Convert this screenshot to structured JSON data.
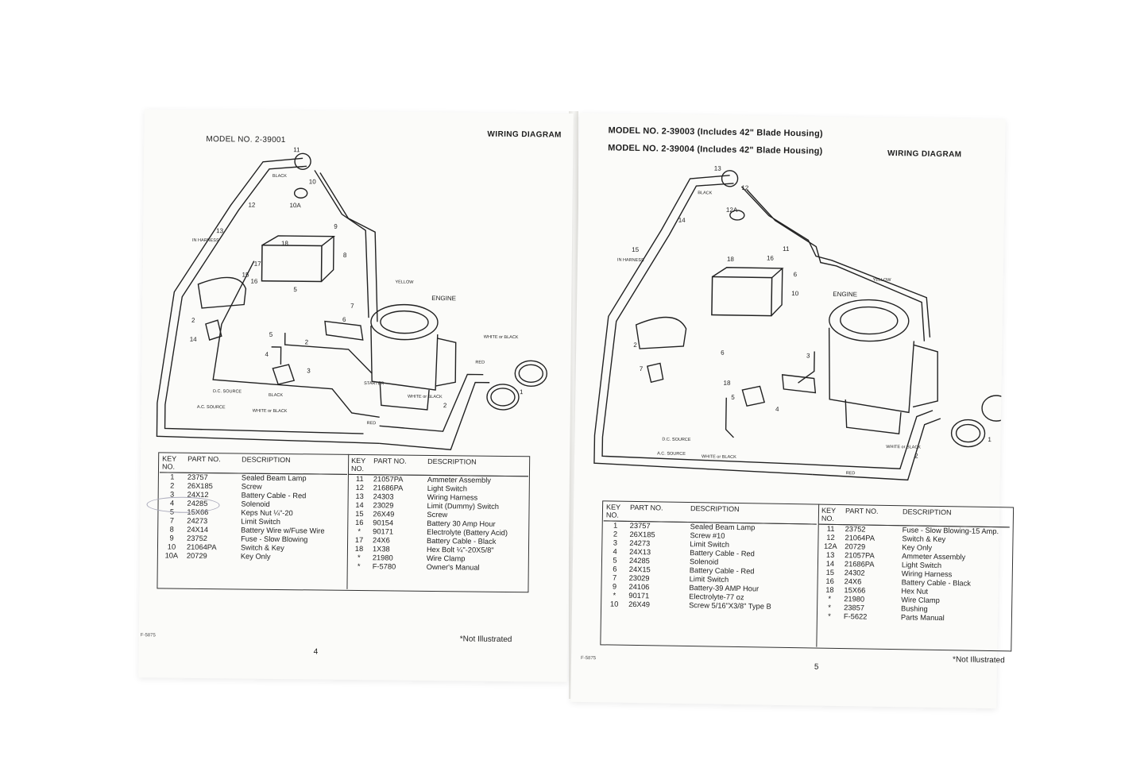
{
  "left": {
    "model_label": "MODEL NO. 2-39001",
    "title": "WIRING DIAGRAM",
    "footer_code": "F-5875",
    "page_number": "4",
    "note": "*Not Illustrated",
    "diagram_labels": {
      "black_top": "BLACK",
      "in_harness": "IN HARNESS",
      "yellow": "YELLOW",
      "engine": "ENGINE",
      "white_or_black": "WHITE or BLACK",
      "red": "RED",
      "starter": "STARTER",
      "white_or_black2": "WHITE or BLACK",
      "dc_source": "D.C. SOURCE",
      "dc_black": "BLACK",
      "ac_source": "A.C. SOURCE",
      "ac_white_black": "WHITE or BLACK",
      "red_bottom": "RED"
    },
    "callouts": [
      "11",
      "10",
      "10A",
      "12",
      "13",
      "18",
      "9",
      "8",
      "17",
      "15",
      "16",
      "5",
      "7",
      "6",
      "2",
      "14",
      "5",
      "2",
      "3",
      "4",
      "1",
      "2"
    ],
    "headers": {
      "key": "KEY NO.",
      "part": "PART NO.",
      "desc": "DESCRIPTION"
    },
    "table_a": [
      [
        "1",
        "23757",
        "Sealed Beam Lamp"
      ],
      [
        "2",
        "26X185",
        "Screw"
      ],
      [
        "3",
        "24X12",
        "Battery Cable - Red"
      ],
      [
        "4",
        "24285",
        "Solenoid"
      ],
      [
        "5",
        "15X66",
        "Keps Nut ¼\"-20"
      ],
      [
        "7",
        "24273",
        "Limit Switch"
      ],
      [
        "8",
        "24X14",
        "Battery Wire w/Fuse Wire"
      ],
      [
        "9",
        "23752",
        "Fuse - Slow Blowing"
      ],
      [
        "10",
        "21064PA",
        "Switch & Key"
      ],
      [
        "10A",
        "20729",
        "Key Only"
      ]
    ],
    "table_b": [
      [
        "11",
        "21057PA",
        "Ammeter Assembly"
      ],
      [
        "12",
        "21686PA",
        "Light Switch"
      ],
      [
        "13",
        "24303",
        "Wiring Harness"
      ],
      [
        "14",
        "23029",
        "Limit (Dummy) Switch"
      ],
      [
        "15",
        "26X49",
        "Screw"
      ],
      [
        "16",
        "90154",
        "Battery 30 Amp Hour"
      ],
      [
        "*",
        "90171",
        "Electrolyte (Battery Acid)"
      ],
      [
        "17",
        "24X6",
        "Battery Cable - Black"
      ],
      [
        "18",
        "1X38",
        "Hex Bolt ¼\"-20X5/8\""
      ],
      [
        "*",
        "21980",
        "Wire Clamp"
      ],
      [
        "*",
        "F-5780",
        "Owner's Manual"
      ]
    ]
  },
  "right": {
    "model_line1": "MODEL NO. 2-39003 (Includes 42\" Blade Housing)",
    "model_line2": "MODEL NO. 2-39004 (Includes 42\" Blade Housing)",
    "title": "WIRING DIAGRAM",
    "footer_code": "F-5875",
    "page_number": "5",
    "note": "*Not Illustrated",
    "diagram_labels": {
      "black_top": "BLACK",
      "in_harness": "IN HARNESS",
      "yellow": "YELLOW",
      "engine": "ENGINE",
      "dc_source": "D.C. SOURCE",
      "ac_source": "A.C. SOURCE",
      "ac_white_black": "WHITE or BLACK",
      "red": "RED",
      "white_or_black": "WHITE or BLACK"
    },
    "callouts": [
      "13",
      "12",
      "12A",
      "14",
      "15",
      "18",
      "11",
      "16",
      "6",
      "10",
      "2",
      "7",
      "6",
      "18",
      "5",
      "4",
      "3",
      "2",
      "1"
    ],
    "headers": {
      "key": "KEY NO.",
      "part": "PART NO.",
      "desc": "DESCRIPTION"
    },
    "table_a": [
      [
        "1",
        "23757",
        "Sealed Beam Lamp"
      ],
      [
        "2",
        "26X185",
        "Screw #10"
      ],
      [
        "3",
        "24273",
        "Limit Switch"
      ],
      [
        "4",
        "24X13",
        "Battery Cable - Red"
      ],
      [
        "5",
        "24285",
        "Solenoid"
      ],
      [
        "6",
        "24X15",
        "Battery Cable - Red"
      ],
      [
        "7",
        "23029",
        "Limit Switch"
      ],
      [
        "9",
        "24106",
        "Battery-39 AMP Hour"
      ],
      [
        "*",
        "90171",
        "Electrolyte-77 oz"
      ],
      [
        "10",
        "26X49",
        "Screw 5/16\"X3/8\" Type B"
      ]
    ],
    "table_b": [
      [
        "11",
        "23752",
        "Fuse - Slow Blowing-15 Amp."
      ],
      [
        "12",
        "21064PA",
        "Switch & Key"
      ],
      [
        "12A",
        "20729",
        "Key Only"
      ],
      [
        "13",
        "21057PA",
        "Ammeter Assembly"
      ],
      [
        "14",
        "21686PA",
        "Light Switch"
      ],
      [
        "15",
        "24302",
        "Wiring Harness"
      ],
      [
        "16",
        "24X6",
        "Battery Cable - Black"
      ],
      [
        "18",
        "15X66",
        "Hex Nut"
      ],
      [
        "*",
        "21980",
        "Wire Clamp"
      ],
      [
        "*",
        "23857",
        "Bushing"
      ],
      [
        "*",
        "F-5622",
        "Parts Manual"
      ]
    ]
  }
}
